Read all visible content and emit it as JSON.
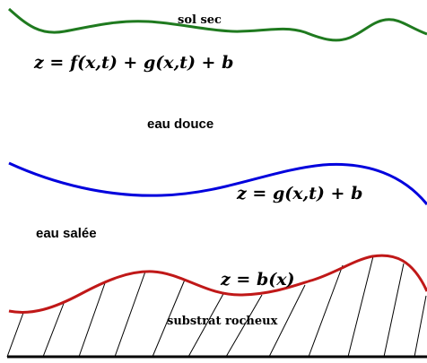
{
  "labels": {
    "dry_soil": "sol sec",
    "fresh_water": "eau douce",
    "salt_water": "eau salée",
    "rock_substrate": "substrat rocheux"
  },
  "equations": {
    "surface": "z = f(x,t) + g(x,t) + b",
    "interface": "z = g(x,t) + b",
    "bottom": "z = b(x)"
  },
  "colors": {
    "surface_curve": "#1f7a1f",
    "interface_curve": "#0000dd",
    "bottom_curve": "#c01818",
    "hatch": "#000000",
    "baseline": "#000000"
  }
}
